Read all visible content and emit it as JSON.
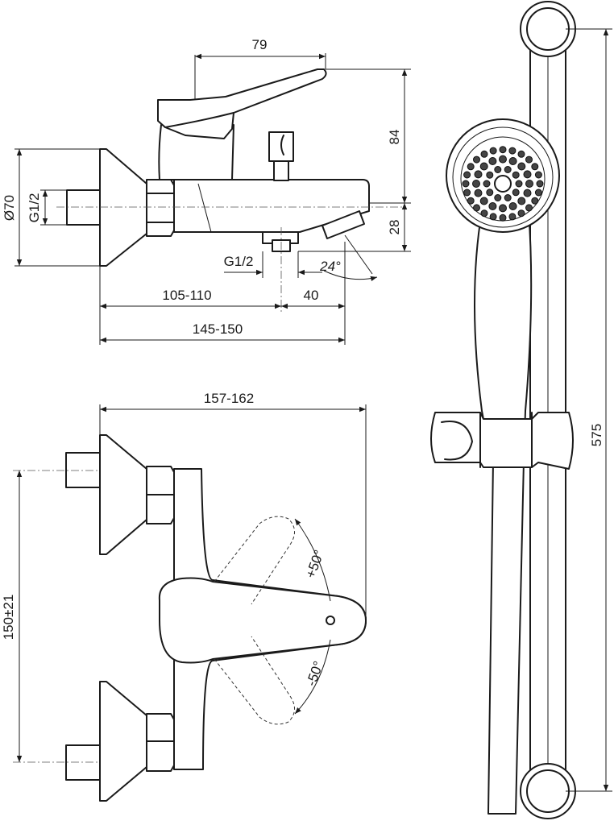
{
  "drawing": {
    "side_view": {
      "dim_lever_reach": "79",
      "dim_lever_height": "84",
      "dim_spout_height": "28",
      "dim_rosette_diameter": "Ø70",
      "dim_inlet_thread": "G1/2",
      "dim_outlet_thread": "G1/2",
      "dim_spout_angle": "24°",
      "dim_inlet_depth": "105-110",
      "dim_outlet_offset": "40",
      "dim_total_depth": "145-150"
    },
    "top_view": {
      "dim_total_depth": "157-162",
      "dim_inlet_spacing": "150±21",
      "dim_rotate_up": "+50°",
      "dim_rotate_down": "-50°"
    },
    "shower_rail": {
      "dim_rail_length": "575"
    }
  }
}
